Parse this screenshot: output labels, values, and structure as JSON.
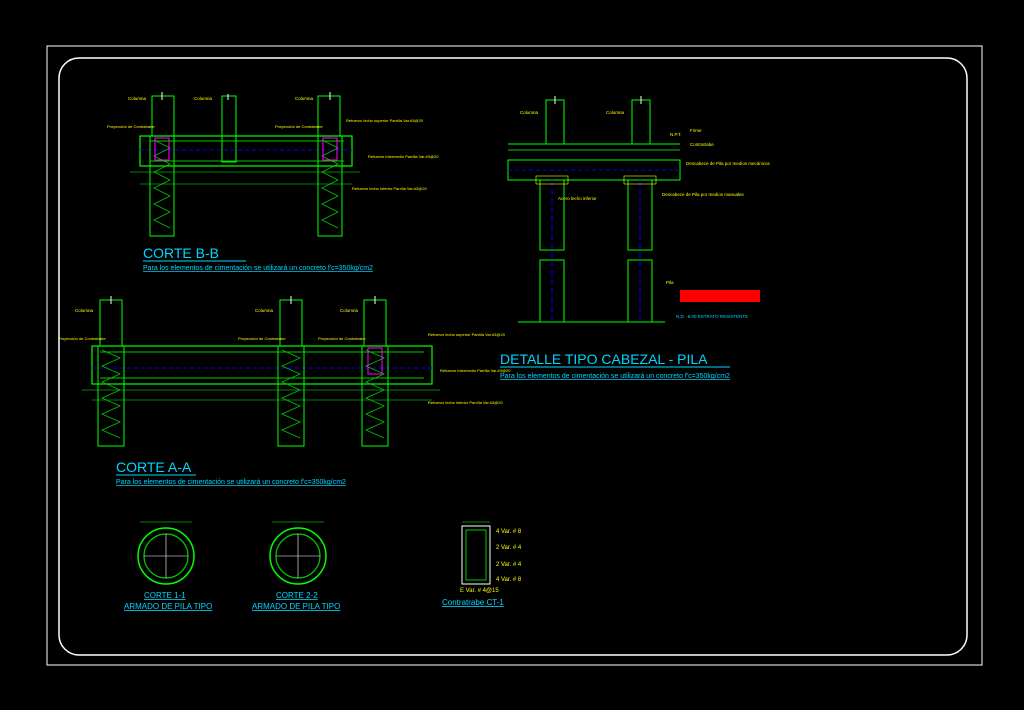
{
  "colors": {
    "background": "#000000",
    "frame": "#ffffff",
    "concrete": "#00ff00",
    "rebar": "#00c800",
    "text": "#ffff00",
    "title": "#00d7ff",
    "axis": "#0000ff",
    "stirrup": "#ff00ff",
    "accent_red": "#ff0000"
  },
  "sections": {
    "corte_bb": {
      "title": "CORTE B-B",
      "note": "Para los elementos de cimentación se utilizará un concreto f'c=350kg/cm2",
      "labels": [
        "Columna",
        "Columna",
        "Columna",
        "Proyección de Contratrabe",
        "Proyección de Contratrabe",
        "Refuerzo lecho superior Parrilla Var.#3@20",
        "Refuerzo intermedio Parrilla Var.#3@20",
        "Refuerzo lecho inferior Parrilla Var.#3@20"
      ]
    },
    "corte_aa": {
      "title": "CORTE A-A",
      "note": "Para los elementos de cimentación se utilizará un concreto f'c=350kg/cm2",
      "labels": [
        "Columna",
        "Columna",
        "Columna",
        "Proyección de Contratrabe",
        "Proyección de Contratrabe",
        "Proyección de Contratrabe",
        "Refuerzo lecho superior Parrilla Var.#3@20",
        "Refuerzo intermedio Parrilla Var.#3@20",
        "Refuerzo lecho inferior Parrilla Var.#3@20"
      ]
    },
    "detalle": {
      "title": "DETALLE TIPO CABEZAL - PILA",
      "note": "Para los elementos de cimentación se utilizará un concreto f'c=350kg/cm2",
      "labels": [
        "Columna",
        "Columna",
        "N.P.T.",
        "Firme",
        "Contratrabe",
        "Descabece de Pila por medios mecánicos",
        "Descabece de Pila por medios manuales",
        "Acero lecho inferior",
        "Pila"
      ],
      "nd_label": "N.D. -8.00 ESTRATO RESISTENTE"
    },
    "corte_11": {
      "title": "CORTE 1-1",
      "subtitle": "ARMADO DE PILA TIPO"
    },
    "corte_22": {
      "title": "CORTE 2-2",
      "subtitle": "ARMADO DE PILA TIPO"
    },
    "ct1": {
      "title": "Contratrabe CT-1",
      "bars": [
        "4 Var. # 8",
        "2 Var. # 4",
        "2 Var. # 4",
        "4 Var. # 8"
      ],
      "stirrup": "E Var. # 4@15"
    }
  }
}
